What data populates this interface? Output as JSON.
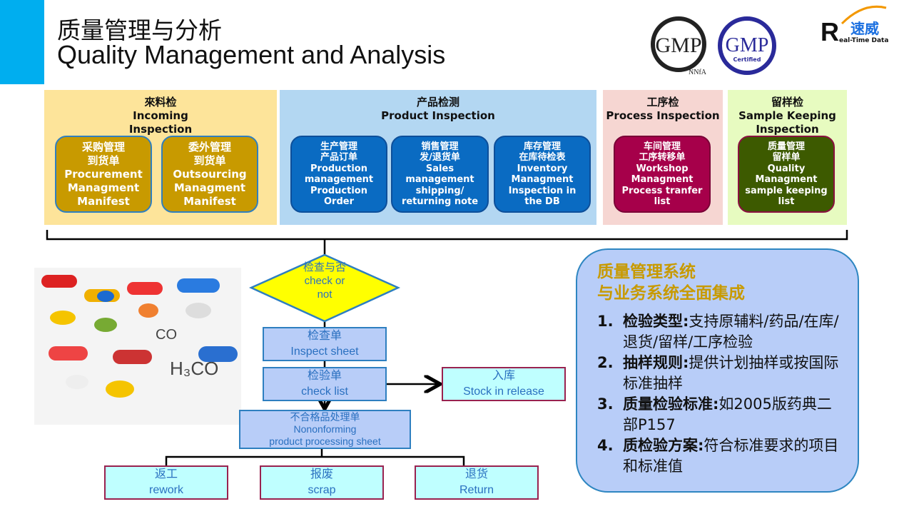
{
  "header": {
    "title_cn": "质量管理与分析",
    "title_en": "Quality Management and Analysis"
  },
  "logos": {
    "gmp1": "GMP",
    "gmp1_sub": "NNfA",
    "gmp2": "GMP",
    "gmp2_sub": "Certified",
    "brand_letter": "R",
    "brand_cn": "速威",
    "brand_en": "eal-Time Data"
  },
  "colors": {
    "accent": "#00aeef",
    "incoming": "#fde49a",
    "product": "#b3d7f2",
    "process": "#f6d6d2",
    "sample": "#e7fbc0"
  },
  "panels": [
    {
      "title": "來料检\nIncoming\nInspection",
      "items": [
        "采购管理\n到货单\nProcurement\nManagment\nManifest",
        "委外管理\n到货单\nOutsourcing\nManagment\nManifest"
      ]
    },
    {
      "title": "产品检测\nProduct Inspection",
      "items": [
        "生产管理\n产品订单\nProduction\nmanagement\nProduction\nOrder",
        "销售管理\n发/退货单\nSales\nmanagement\nshipping/\nreturning note",
        "库存管理\n在库待检表\nInventory\nManagment\nInspection in\nthe DB"
      ]
    },
    {
      "title": "工序检\nProcess Inspection",
      "items": [
        "车间管理\n工序转移单\nWorkshop\nManagment\nProcess tranfer\nlist"
      ]
    },
    {
      "title": "留样检\nSample Keeping\nInspection",
      "items": [
        "质量管理\n留样单\nQuality\nManagment\nsample keeping\nlist"
      ]
    }
  ],
  "flow": {
    "decision": "检查与否\ncheck or\nnot",
    "inspect": "检查单\nInspect sheet",
    "checklist": "检验单\ncheck list",
    "stock": "入库\nStock in release",
    "nonconforming": "不合格品处理单\nNononforming\nproduct processing sheet",
    "rework": "返工\nrework",
    "scrap": "报废\nscrap",
    "return": "退货\nReturn"
  },
  "summary": {
    "heading1": "质量管理系统",
    "heading2": "与业务系统全面集成",
    "items": [
      {
        "num": "1.",
        "label": "检验类型:",
        "text": "支持原辅料/药品/在库/退货/留样/工序检验"
      },
      {
        "num": "2.",
        "label": "抽样规则:",
        "text": "提供计划抽样或按国际标准抽样"
      },
      {
        "num": "3.",
        "label": "质量检验标准:",
        "text": "如2005版药典二部P157"
      },
      {
        "num": "4.",
        "label": "质检验方案:",
        "text": "符合标准要求的项目和标准值"
      }
    ]
  }
}
